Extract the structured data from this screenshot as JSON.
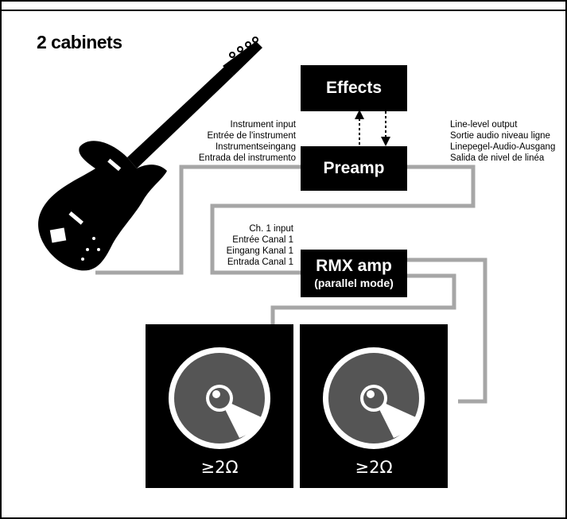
{
  "title": "2 cabinets",
  "effects": {
    "label": "Effects"
  },
  "preamp": {
    "label": "Preamp"
  },
  "rmx": {
    "label": "RMX amp",
    "sublabel": "(parallel mode)"
  },
  "instrument_input": {
    "lines": [
      "Instrument input",
      "Entrée de l'instrument",
      "Instrumentseingang",
      "Entrada del instrumento"
    ]
  },
  "line_output": {
    "lines": [
      "Line-level output",
      "Sortie audio niveau ligne",
      "Linepegel-Audio-Ausgang",
      "Salida de nivel de linéa"
    ]
  },
  "ch1_input": {
    "lines": [
      "Ch. 1 input",
      "Entrée Canal 1",
      "Eingang Kanal 1",
      "Entrada Canal 1"
    ]
  },
  "cabinets": [
    {
      "impedance": "≥2Ω"
    },
    {
      "impedance": "≥2Ω"
    }
  ],
  "colors": {
    "wire": "#a6a6a6",
    "speaker_cone": "#555555",
    "box": "#000000"
  }
}
